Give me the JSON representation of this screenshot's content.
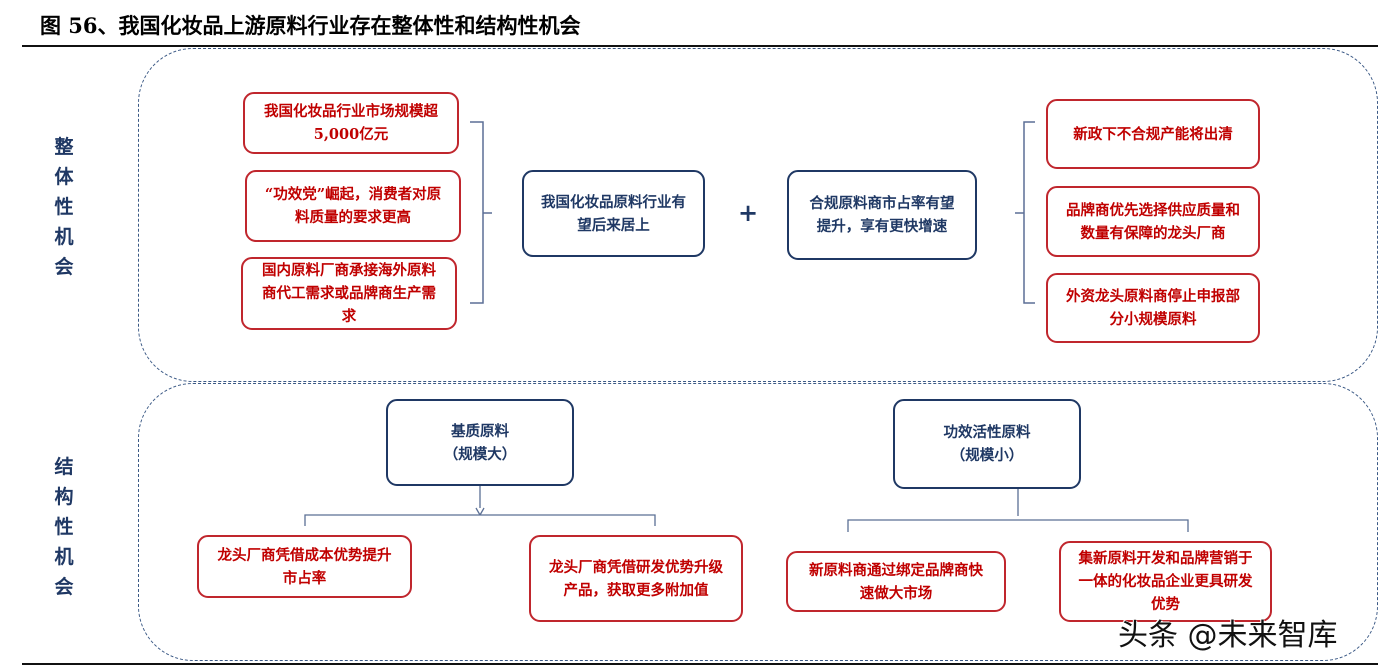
{
  "title": "图 56、我国化妆品上游原料行业存在整体性和结构性机会",
  "overall": {
    "label": "整体性机会",
    "left_drivers": [
      "我国化妆品行业市场规模超5,000亿元",
      "“功效党”崛起，消费者对原料质量的要求更高",
      "国内原料厂商承接海外原料商代工需求或品牌商生产需求"
    ],
    "center_left": "我国化妆品原料行业有望后来居上",
    "plus": "+",
    "center_right": "合规原料商市占率有望提升，享有更快增速",
    "right_drivers": [
      "新政下不合规产能将出清",
      "品牌商优先选择供应质量和数量有保障的龙头厂商",
      "外资龙头原料商停止申报部分小规模原料"
    ]
  },
  "structural": {
    "label": "结构性机会",
    "left": {
      "title": "基质原料",
      "subtitle": "（规模大）",
      "children": [
        "龙头厂商凭借成本优势提升市占率",
        "龙头厂商凭借研发优势升级产品，获取更多附加值"
      ]
    },
    "right": {
      "title": "功效活性原料",
      "subtitle": "（规模小）",
      "children": [
        "新原料商通过绑定品牌商快速做大市场",
        "集新原料开发和品牌营销于一体的化妆品企业更具研发优势"
      ]
    }
  },
  "watermark": "头条 @未来智库"
}
